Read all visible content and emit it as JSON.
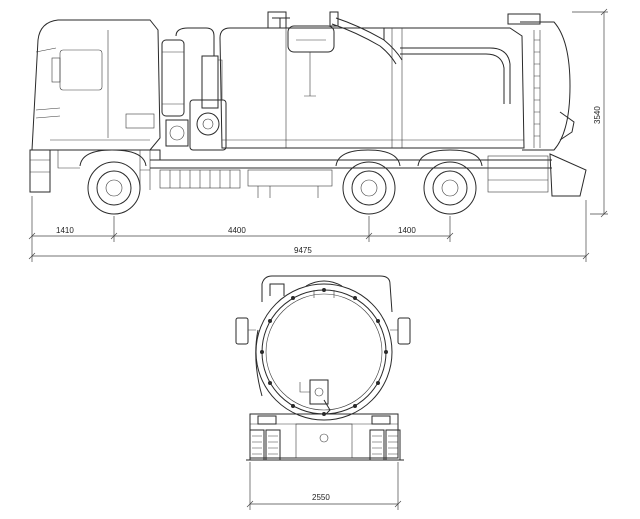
{
  "side_view": {
    "dimensions": {
      "front_overhang": "1410",
      "wheelbase": "4400",
      "rear_axle_spacing": "1400",
      "overall_length": "9475",
      "overall_height": "3540"
    }
  },
  "rear_view": {
    "dimensions": {
      "overall_width": "2550"
    }
  }
}
